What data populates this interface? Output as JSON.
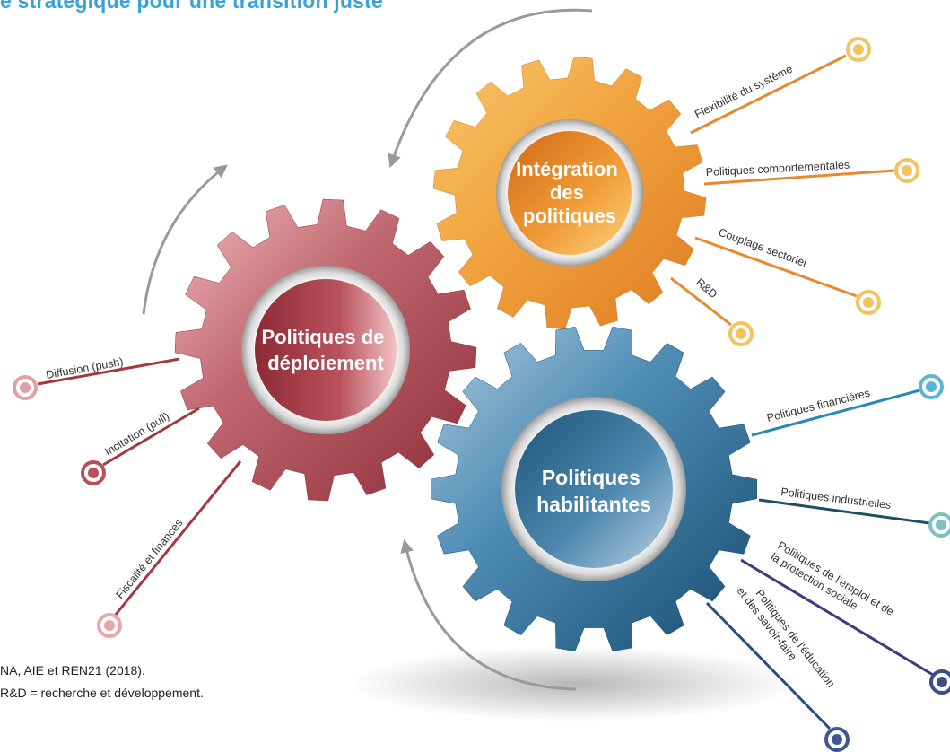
{
  "title": "e stratégique pour une transition juste",
  "gears": {
    "integration": {
      "label_lines": [
        "Intégration",
        "des",
        "politiques"
      ],
      "color": "#e8892c"
    },
    "deployment": {
      "label_lines": [
        "Politiques de",
        "déploiement"
      ],
      "color": "#a23a44"
    },
    "enabling": {
      "label_lines": [
        "Politiques",
        "habilitantes"
      ],
      "color": "#2a6a93"
    }
  },
  "branches": {
    "integration": [
      "Flexibilité du système",
      "Politiques comportementales",
      "Couplage sectoriel",
      "R&D"
    ],
    "deployment": [
      "Diffusion (push)",
      "Incitation (pull)",
      "Fiscalité et finances"
    ],
    "enabling": [
      "Politiques financières",
      "Politiques industrielles",
      [
        "Politiques de l'emploi et de",
        "la protection sociale"
      ],
      [
        "Politiques de l'éducation",
        "et des savoir-faire"
      ]
    ]
  },
  "notes": {
    "source": "NA, AIE et REN21 (2018).",
    "abbrev": "R&D = recherche et développement."
  },
  "colors": {
    "title": "#3aa2d6",
    "orange": "#e8892c",
    "red": "#a23a44",
    "blue": "#2a6a93",
    "arrow": "#9a9a9a"
  }
}
